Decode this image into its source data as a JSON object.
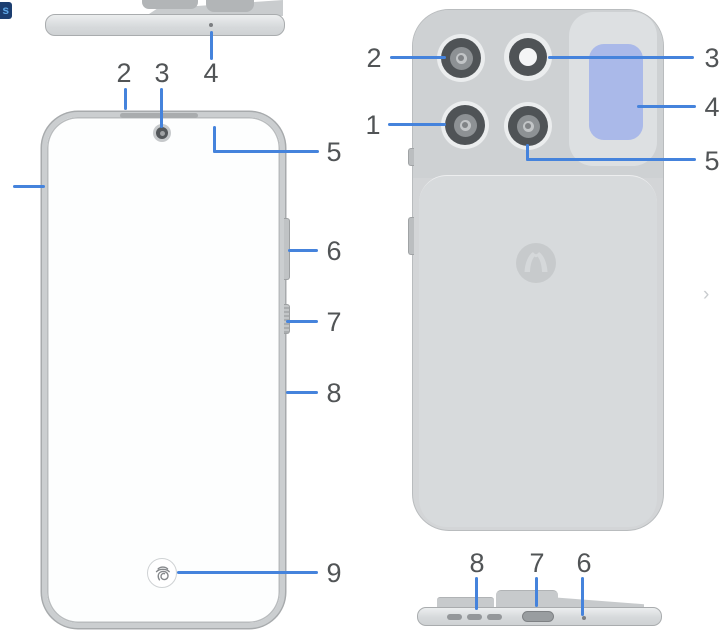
{
  "ui": {
    "overlay_badge_text": "s",
    "carousel_next": "›"
  },
  "colors": {
    "callout_line": "#4583dc",
    "callout_label_text": "#515456",
    "highlight_area": "#aab9e9"
  },
  "callouts": {
    "front_top": [
      "2",
      "3",
      "4"
    ],
    "front_right": [
      "5",
      "6",
      "7",
      "8"
    ],
    "front_bottom": [
      "9"
    ],
    "back_left": [
      "2",
      "1"
    ],
    "back_right": [
      "3",
      "4",
      "5"
    ],
    "bottom_edge": [
      "8",
      "7",
      "6"
    ]
  }
}
